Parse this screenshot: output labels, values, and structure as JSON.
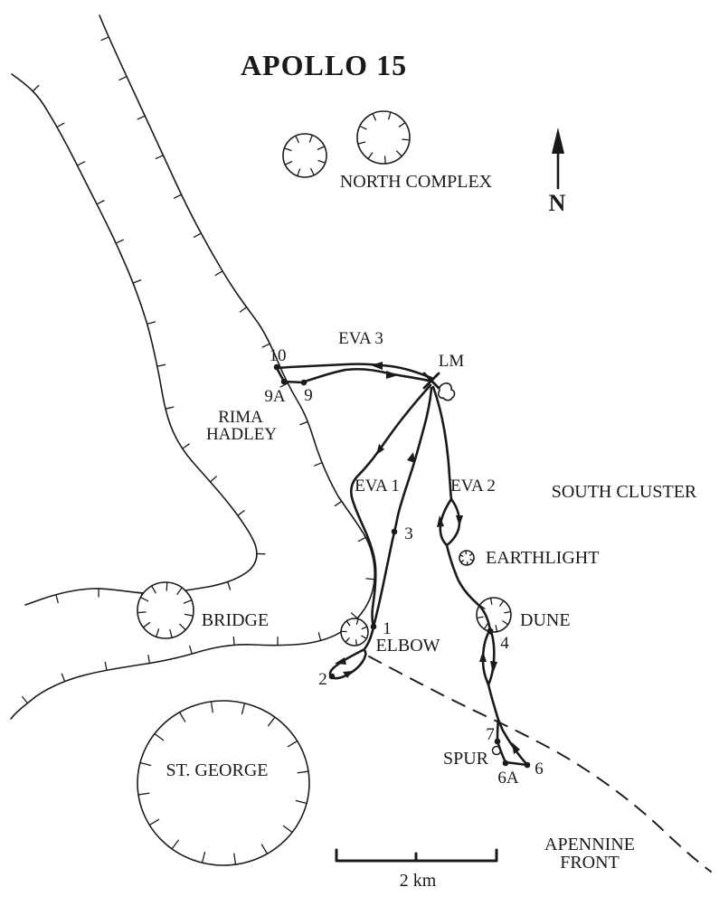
{
  "title": "APOLLO 15",
  "colors": {
    "ink": "#1a1a1a",
    "background": "#ffffff"
  },
  "compass": {
    "label": "N"
  },
  "scale_bar": {
    "label": "2 km"
  },
  "map": {
    "labels": {
      "north_complex": "NORTH COMPLEX",
      "rima_hadley": [
        "RIMA",
        "HADLEY"
      ],
      "south_cluster": "SOUTH CLUSTER",
      "earthlight": "EARTHLIGHT",
      "dune": "DUNE",
      "elbow": "ELBOW",
      "bridge": "BRIDGE",
      "st_george": "ST. GEORGE",
      "spur": "SPUR",
      "apennine_front": [
        "APENNINE",
        "FRONT"
      ],
      "lm": "LM"
    },
    "eva_labels": {
      "eva1": "EVA 1",
      "eva2": "EVA 2",
      "eva3": "EVA 3"
    },
    "stations": [
      {
        "label": "1"
      },
      {
        "label": "2"
      },
      {
        "label": "3"
      },
      {
        "label": "4"
      },
      {
        "label": "6"
      },
      {
        "label": "6A"
      },
      {
        "label": "7"
      },
      {
        "label": "9"
      },
      {
        "label": "9A"
      },
      {
        "label": "10"
      }
    ]
  }
}
